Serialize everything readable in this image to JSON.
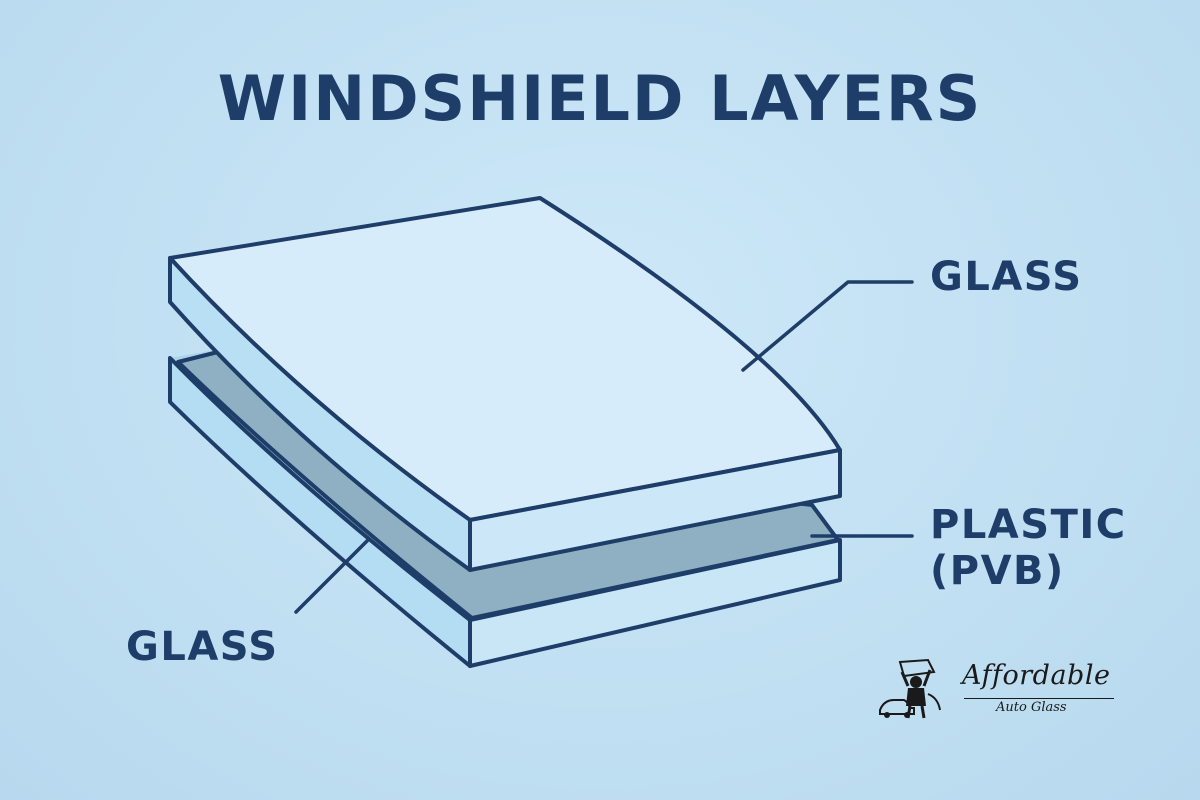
{
  "title": "WINDSHIELD LAYERS",
  "labels": {
    "top_glass": "GLASS",
    "plastic_line1": "PLASTIC",
    "plastic_line2": "(PVB)",
    "bottom_glass": "GLASS"
  },
  "logo": {
    "word": "Affordable",
    "subtitle": "Auto Glass",
    "icon": "mechanic-with-car-icon"
  },
  "colors": {
    "background": "#c4e2f4",
    "outline": "#1e3d68",
    "glass_face": "#d6ecfa",
    "glass_edge": "#b9dff4",
    "pvb": "#8fb1c4",
    "text": "#1e3d68"
  }
}
